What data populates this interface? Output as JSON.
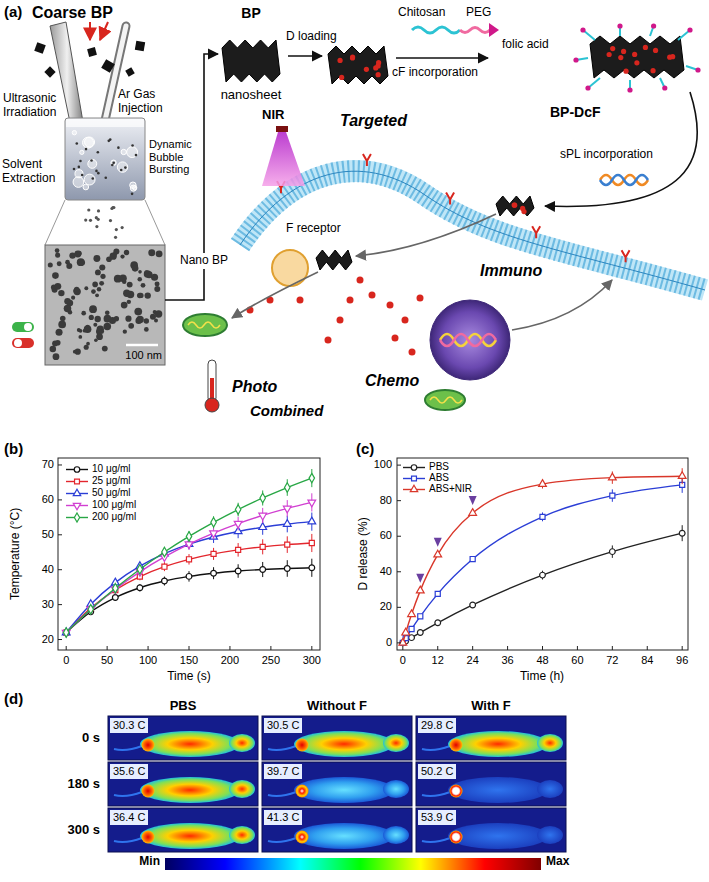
{
  "diagram": {
    "nodes": [
      {
        "text": [
          "Coarse BP"
        ]
      },
      {
        "text": [
          "100 nm"
        ]
      },
      {
        "text": [
          "BP",
          "nanosheet"
        ]
      },
      {
        "text": [
          "BP-DcF"
        ]
      },
      {
        "text": [
          "30.3 C"
        ]
      },
      {
        "text": [
          "30.5 C"
        ]
      },
      {
        "text": [
          "29.8 C"
        ]
      },
      {
        "text": [
          "35.6 C"
        ]
      },
      {
        "text": [
          "39.7 C"
        ]
      },
      {
        "text": [
          "50.2 C"
        ]
      },
      {
        "text": [
          "36.4 C"
        ]
      },
      {
        "text": [
          "41.3 C"
        ]
      },
      {
        "text": [
          "53.9 C"
        ]
      }
    ],
    "edges": [
      {
        "from": 1,
        "to": 2,
        "label": "Nano BP",
        "arrow": "to"
      }
    ],
    "labels": [
      "(a)",
      "Ultrasonic Irradiation",
      "Ar Gas Injection",
      "Dynamic Bubble Bursting",
      "Solvent Extraction",
      "D loading",
      "Chitosan",
      "PEG",
      "folic acid",
      "cF incorporation",
      "sPL incorporation",
      "NIR",
      "F receptor",
      "Targeted",
      "Photo",
      "Combined",
      "Chemo",
      "Immuno",
      "(b)",
      "20",
      "30",
      "40",
      "50",
      "60",
      "70",
      "0",
      "50",
      "100",
      "150",
      "200",
      "250",
      "300",
      "Temperature (°C)",
      "Time (s)",
      "(c)",
      "0",
      "20",
      "40",
      "60",
      "80",
      "100",
      "0",
      "12",
      "24",
      "36",
      "48",
      "60",
      "72",
      "84",
      "96",
      "D release (%)",
      "Time (h)",
      "(d)",
      "PBS",
      "Without F",
      "With F",
      "0 s",
      "180 s",
      "300 s",
      "Min",
      "Max"
    ],
    "legend": [
      {
        "text": "10 μg/ml"
      },
      {
        "text": "25 μg/ml"
      },
      {
        "text": "50 μg/ml"
      },
      {
        "text": "100 μg/ml"
      },
      {
        "text": "200 μg/ml"
      },
      {
        "text": "PBS"
      },
      {
        "text": "ABS"
      },
      {
        "text": "ABS+NIR"
      }
    ]
  }
}
